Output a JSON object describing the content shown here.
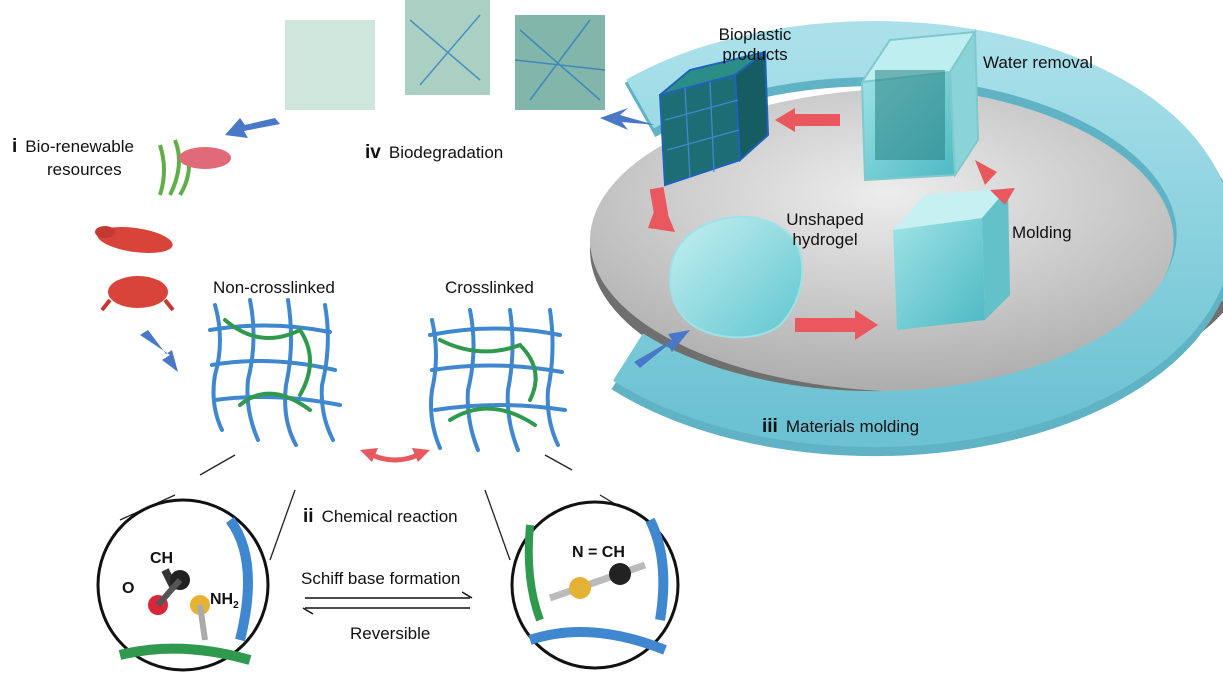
{
  "labels": {
    "stage_i": {
      "numeral": "i",
      "text_line1": "Bio-renewable",
      "text_line2": "resources"
    },
    "stage_ii": {
      "numeral": "ii",
      "text": "Chemical reaction"
    },
    "stage_iii": {
      "numeral": "iii",
      "text": "Materials molding"
    },
    "stage_iv": {
      "numeral": "iv",
      "text": "Biodegradation"
    },
    "non_crosslinked": "Non-crosslinked",
    "crosslinked": "Crosslinked",
    "bioplastic_line1": "Bioplastic",
    "bioplastic_line2": "products",
    "water_removal": "Water removal",
    "unshaped_line1": "Unshaped",
    "unshaped_line2": "hydrogel",
    "molding": "Molding",
    "schiff": "Schiff base formation",
    "reversible": "Reversible"
  },
  "chemistry": {
    "left": {
      "ch": "CH",
      "o": "O",
      "nh2": "NH",
      "nh2_sub": "2"
    },
    "right": {
      "formula": "N = CH"
    }
  },
  "colors": {
    "ring": "#8fd3e0",
    "ring_dark": "#5fb8c9",
    "disk": "#c9c9c9",
    "arrow_blue": "#4a78c8",
    "arrow_red": "#e8585e",
    "network_blue": "#3f87cf",
    "network_green": "#2f9a4e",
    "hydrogel": "#7fd6dc"
  },
  "icons": [
    "seaweed-icon",
    "sea-cucumber-icon",
    "lobster-icon",
    "crab-icon"
  ]
}
